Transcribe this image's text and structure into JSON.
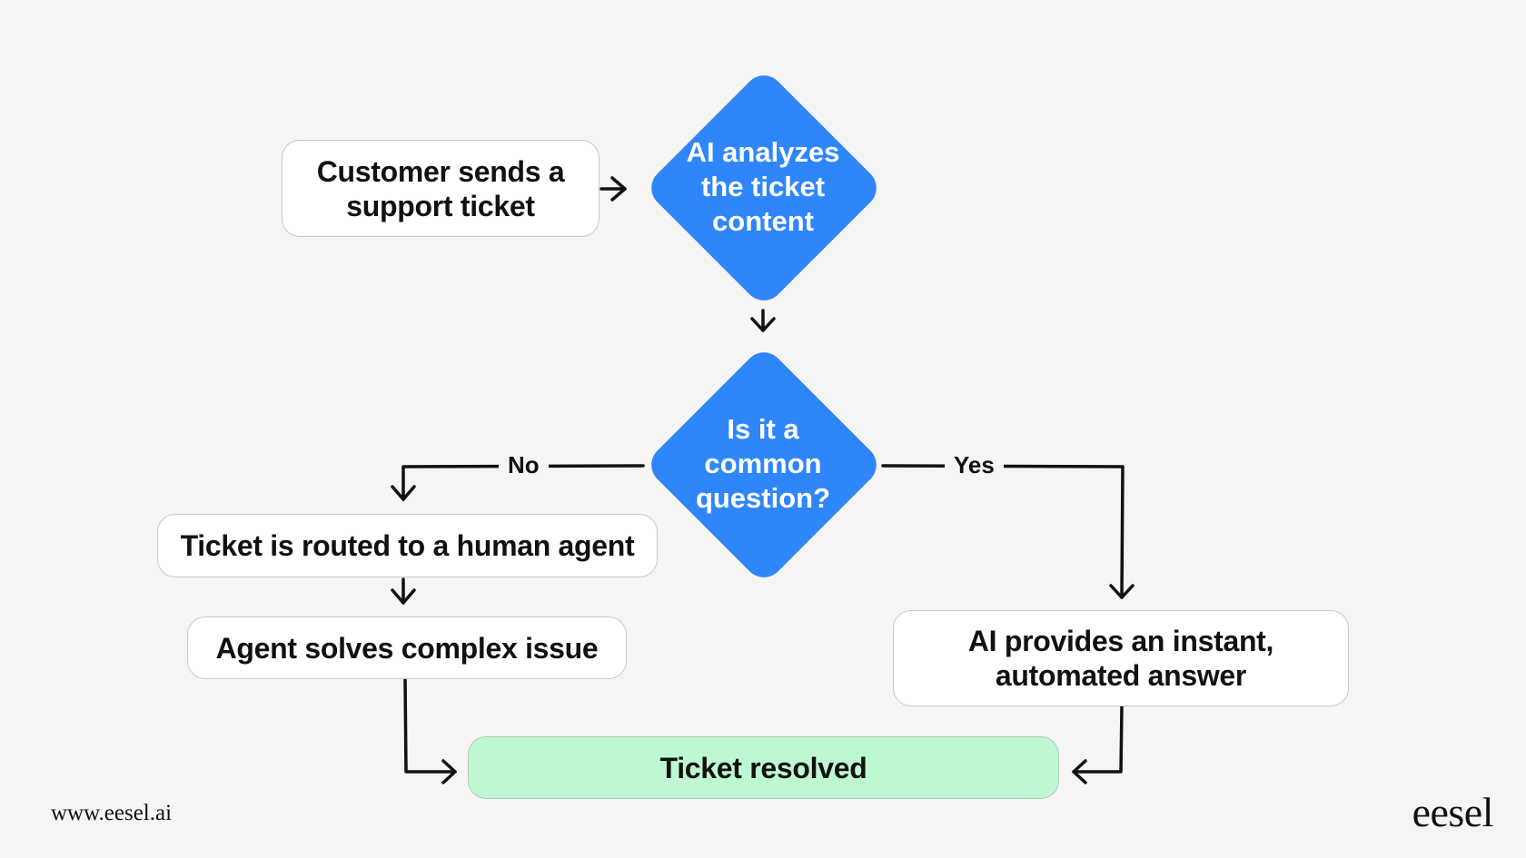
{
  "nodes": {
    "start": "Customer sends a\nsupport ticket",
    "analyze": "AI analyzes\nthe ticket\ncontent",
    "decision": "Is it a\ncommon\nquestion?",
    "routed": "Ticket is routed to a human agent",
    "agent_solves": "Agent solves complex issue",
    "ai_answer": "AI provides an instant,\nautomated answer",
    "resolved": "Ticket resolved"
  },
  "edges": {
    "no_label": "No",
    "yes_label": "Yes"
  },
  "footer": {
    "url": "www.eesel.ai",
    "logo": "eesel"
  },
  "colors": {
    "background": "#f6f5f3",
    "decision_blue": "#2e86fa",
    "resolved_green": "#bdf8d3",
    "node_white": "#ffffff",
    "line": "#111111"
  }
}
